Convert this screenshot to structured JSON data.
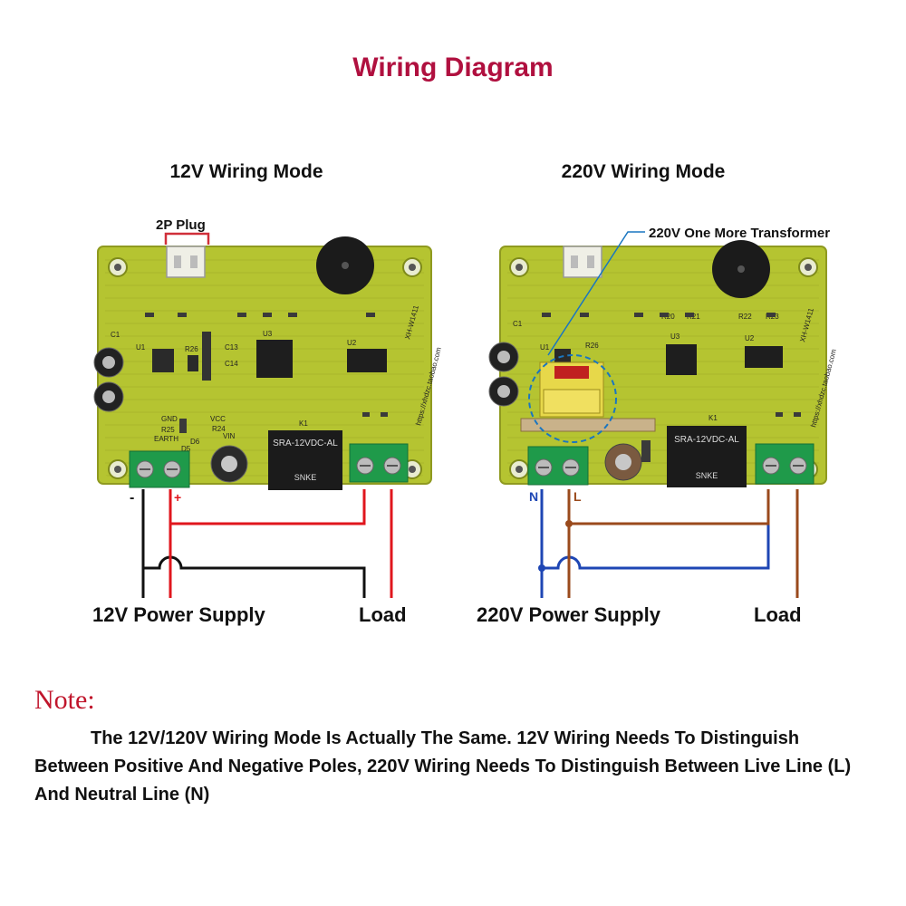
{
  "title": "Wiring Diagram",
  "left_panel": {
    "heading": "12V Wiring Mode",
    "plug_callout": "2P Plug",
    "terminal_minus": "-",
    "terminal_plus": "+",
    "supply_label": "12V Power Supply",
    "load_label": "Load",
    "relay_text": "SRA-12VDC-AL",
    "relay_brand": "SNKE",
    "pcb_silkscreen": [
      "GND",
      "VCC",
      "EARTH",
      "VIN",
      "R25",
      "R24",
      "D5",
      "D6",
      "K1",
      "C1",
      "U1",
      "U2",
      "U3",
      "C13",
      "C14",
      "R26",
      "XH-W1411",
      "https://xhdzc.taobao.com"
    ],
    "wire_colors": {
      "negative": "#111111",
      "positive": "#e0161d"
    }
  },
  "right_panel": {
    "heading": "220V Wiring Mode",
    "transformer_callout": "220V One More Transformer",
    "terminal_n": "N",
    "terminal_l": "L",
    "supply_label": "220V Power Supply",
    "load_label": "Load",
    "relay_text": "SRA-12VDC-AL",
    "relay_brand": "SNKE",
    "pcb_silkscreen": [
      "K1",
      "C1",
      "U1",
      "U2",
      "U3",
      "R26",
      "R22",
      "R23",
      "R20",
      "R21",
      "XH-W1411",
      "https://xhdzc.taobao.com"
    ],
    "wire_colors": {
      "neutral": "#1e46b4",
      "live": "#9a4a1c"
    }
  },
  "note": {
    "heading": "Note:",
    "body": "The 12V/120V Wiring Mode Is Actually The Same. 12V Wiring Needs To Distinguish Between Positive And Negative Poles, 220V Wiring Needs To Distinguish Between Live Line (L) And Neutral Line (N)"
  },
  "colors": {
    "title": "#b0103f",
    "note_heading": "#c0152b",
    "pcb": "#b5c431",
    "terminal_block": "#1f9a4a",
    "callout_box": "#d0303a",
    "callout_line": "#1a76c0"
  }
}
